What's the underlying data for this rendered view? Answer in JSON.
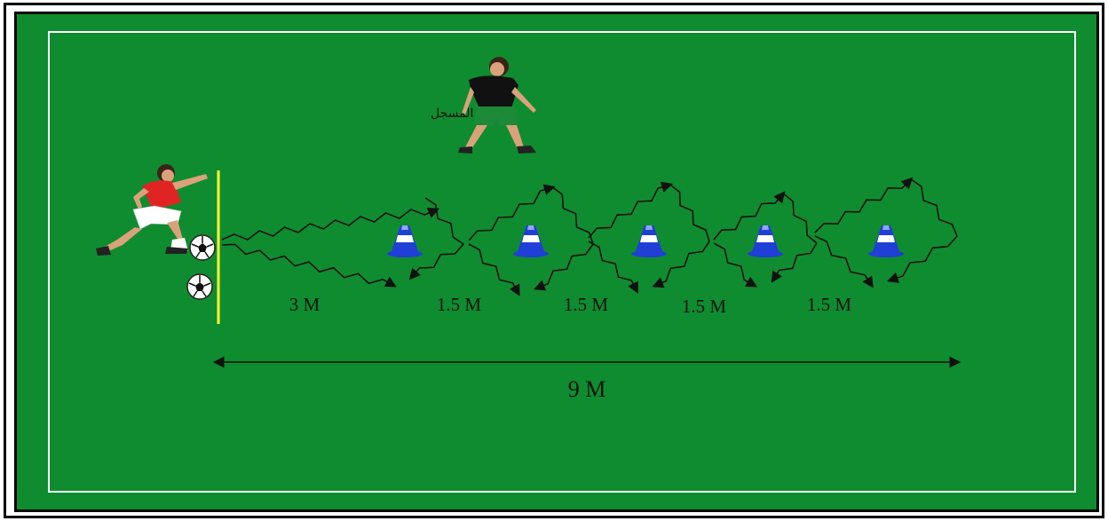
{
  "diagram": {
    "recorder_label": "المسجل",
    "segment_labels": [
      "3 M",
      "1.5 M",
      "1.5 M",
      "1.5 M",
      "1.5 M"
    ],
    "total_distance_label": "9 M",
    "cone_count": 5,
    "ball_count": 2,
    "colors": {
      "field": "#0f8c2f",
      "field_lines": "#ffffff",
      "start_line": "#ffff33",
      "cone": "#1f3fd6",
      "cone_stripe": "#ffffff",
      "path": "#111111",
      "player_shirt": "#e02424",
      "recorder_shirt": "#111111",
      "recorder_shorts": "#1d8a3a"
    }
  }
}
